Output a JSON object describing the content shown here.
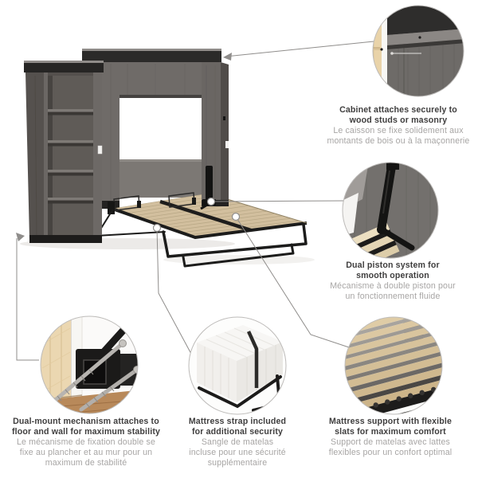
{
  "colors": {
    "title": "#3f3e3e",
    "subtitle": "#a7a5a4",
    "background": "#ffffff",
    "line": "#8f8d8b",
    "cabinet_gray": "#6e6a67",
    "crown_black": "#2b2a29",
    "slat_tan": "#d3c09f",
    "frame_black": "#1c1c1b",
    "wood_stud_tan": "#e9d3a9",
    "floor_brown": "#b8895a"
  },
  "illustration": {
    "product": "murphy-bed-with-shelving-unit",
    "scene_parts": [
      "shelving-unit",
      "bed-cabinet",
      "pull-down-bed-deck",
      "wood-slats",
      "metal-leg-frame",
      "piston"
    ],
    "detail_circles": [
      "cabinet-attachment",
      "dual-piston",
      "dual-mount-hardware",
      "mattress-strap",
      "flexible-slats"
    ]
  },
  "callouts": [
    {
      "id": "cabinet-attachment",
      "title_lines": [
        "Cabinet attaches securely to",
        "wood studs or masonry"
      ],
      "subtitle_lines": [
        "Le caisson se fixe solidement aux",
        "montants de bois ou à la maçonnerie"
      ]
    },
    {
      "id": "dual-piston",
      "title_lines": [
        "Dual piston system for",
        "smooth operation"
      ],
      "subtitle_lines": [
        "Mécanisme à double piston pour",
        "un fonctionnement fluide"
      ]
    },
    {
      "id": "dual-mount",
      "title_lines": [
        "Dual-mount mechanism attaches to",
        "floor and wall for maximum stability"
      ],
      "subtitle_lines": [
        "Le mécanisme de fixation double se",
        "fixe au plancher et au mur pour un",
        "maximum de stabilité"
      ]
    },
    {
      "id": "mattress-strap",
      "title_lines": [
        "Mattress strap included",
        "for additional security"
      ],
      "subtitle_lines": [
        "Sangle de matelas",
        "incluse pour une sécurité",
        "supplémentaire"
      ]
    },
    {
      "id": "slat-support",
      "title_lines": [
        "Mattress support with flexible",
        "slats for maximum comfort"
      ],
      "subtitle_lines": [
        "Support de matelas avec lattes",
        "flexibles pour un confort optimal"
      ]
    }
  ]
}
